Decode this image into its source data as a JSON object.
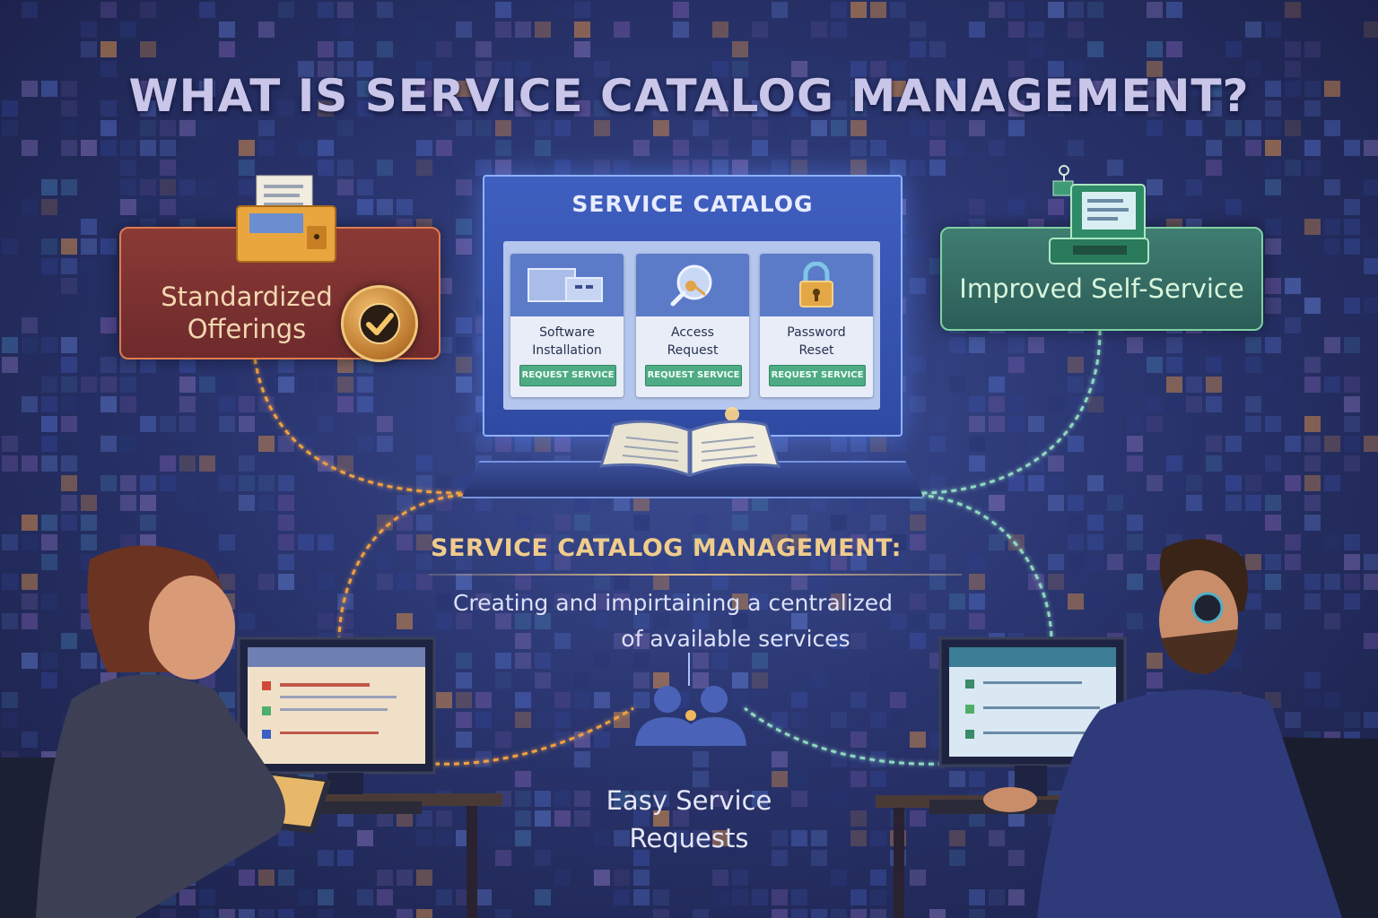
{
  "headline": "WHAT IS SERVICE CATALOG MANAGEMENT?",
  "features": {
    "left": {
      "label": "Standardized Offerings",
      "line1": "Standardized",
      "line2": "Offerings"
    },
    "right": {
      "label": "Improved Self-Service"
    }
  },
  "catalog": {
    "title": "SERVICE CATALOG",
    "cards": [
      {
        "line1": "Software",
        "line2": "Installation",
        "button": "REQUEST SERVICE"
      },
      {
        "line1": "Access",
        "line2": "Request",
        "button": "REQUEST SERVICE"
      },
      {
        "line1": "Password",
        "line2": "Reset",
        "button": "REQUEST SERVICE"
      }
    ]
  },
  "management": {
    "heading": "SERVICE CATALOG MANAGEMENT:",
    "description_line1": "Creating and impirtaining a centralized",
    "description_line2": "of available services"
  },
  "requests": {
    "line1": "Easy Service",
    "line2": "Requests"
  },
  "colors": {
    "accent_orange": "#f0a040",
    "accent_green": "#7fd1a3",
    "accent_blue": "#8fb2ff",
    "button_green": "#4eab84"
  }
}
